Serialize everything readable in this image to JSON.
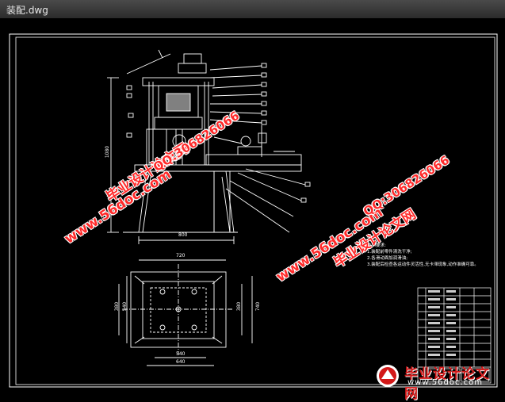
{
  "window": {
    "title": "装配.dwg"
  },
  "watermarks": {
    "site": "www.56doc.com",
    "qq": "QQ:306826066",
    "brand": "毕业设计论文网"
  },
  "notes": {
    "heading": "技术要求:",
    "lines": [
      "1.装配前零件清洗干净;",
      "2.各滑动面加润滑油;",
      "3.装配后检查各运动件灵活性,无卡滞现象,动作准确可靠。"
    ]
  },
  "dimensions": {
    "base_width": "800",
    "plan_top": "720",
    "plan_bottom_inner": "540",
    "plan_bottom_outer": "640",
    "left_height": "1080",
    "plan_left_a": "380",
    "plan_left_b": "540",
    "plan_right_a": "380",
    "plan_right_b": "740"
  },
  "logo": {
    "text": "毕业设计论文网",
    "url": "www.56doc.com"
  },
  "colors": {
    "background": "#000000",
    "lines": "#ffffff",
    "watermark": "#ff2a2a"
  }
}
